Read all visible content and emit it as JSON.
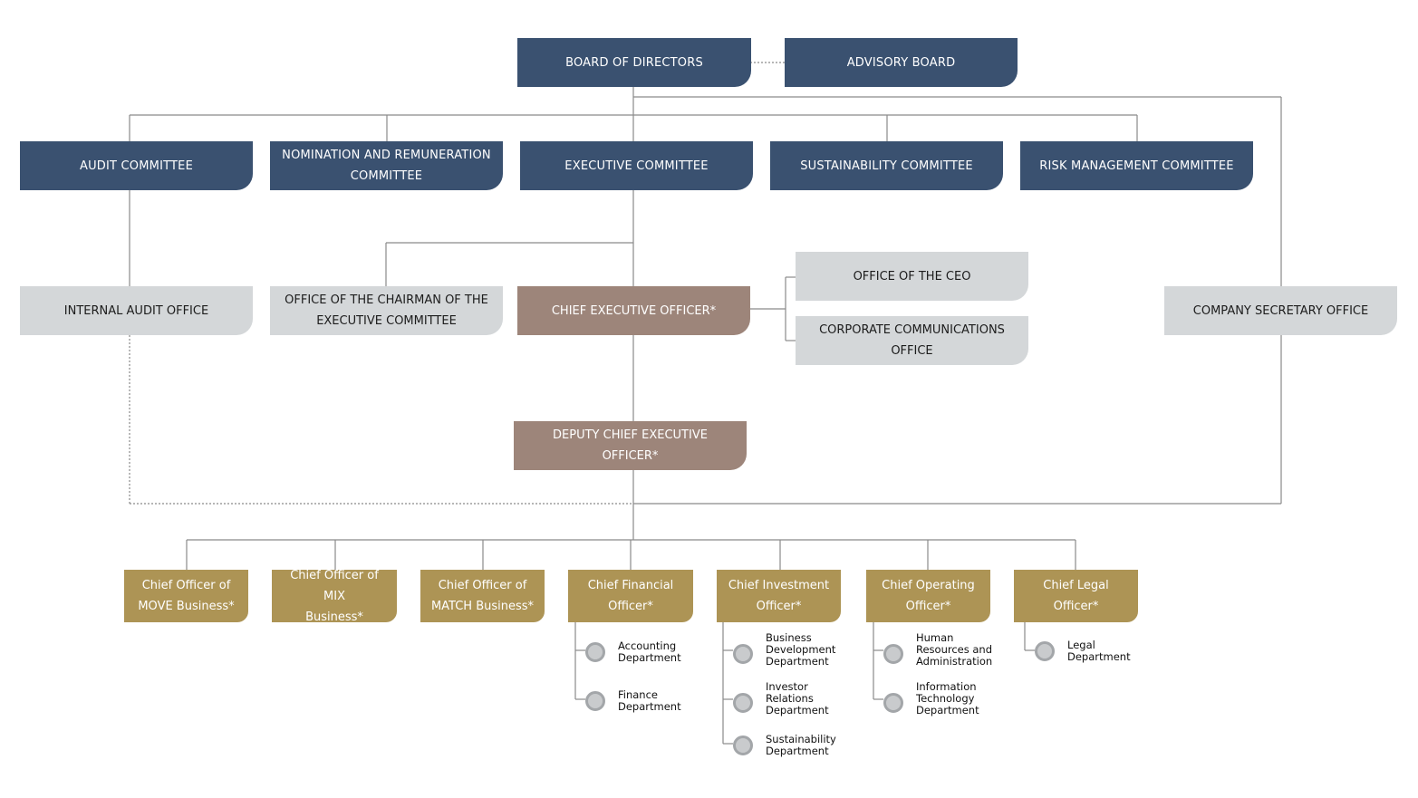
{
  "colors": {
    "navy": "#3a5170",
    "grey": "#d4d7d9",
    "taupe": "#9d857a",
    "gold": "#ad9455",
    "line": "#8a8a8a"
  },
  "top": {
    "board": "BOARD OF DIRECTORS",
    "advisory": "ADVISORY BOARD"
  },
  "committees": {
    "audit": "AUDIT COMMITTEE",
    "nomination_l1": "NOMINATION AND REMUNERATION",
    "nomination_l2": "COMMITTEE",
    "executive": "EXECUTIVE COMMITTEE",
    "sustainability": "SUSTAINABILITY COMMITTEE",
    "risk": "RISK MANAGEMENT COMMITTEE"
  },
  "offices": {
    "internal_audit": "INTERNAL AUDIT OFFICE",
    "chairman_l1": "OFFICE OF THE CHAIRMAN OF THE",
    "chairman_l2": "EXECUTIVE COMMITTEE",
    "ceo_office": "OFFICE OF THE CEO",
    "corp_comm_l1": "CORPORATE COMMUNICATIONS",
    "corp_comm_l2": "OFFICE",
    "company_secretary": "COMPANY SECRETARY OFFICE"
  },
  "executives": {
    "ceo": "CHIEF EXECUTIVE OFFICER*",
    "deputy_l1": "DEPUTY CHIEF EXECUTIVE",
    "deputy_l2": "OFFICER*"
  },
  "chiefs": {
    "move_l1": "Chief Officer of",
    "move_l2": "MOVE Business*",
    "mix_l1": "Chief Officer of MIX",
    "mix_l2": "Business*",
    "match_l1": "Chief Officer of",
    "match_l2": "MATCH Business*",
    "cfo_l1": "Chief Financial",
    "cfo_l2": "Officer*",
    "cio_l1": "Chief Investment",
    "cio_l2": "Officer*",
    "coo_l1": "Chief Operating",
    "coo_l2": "Officer*",
    "clo": "Chief Legal Officer*"
  },
  "departments": {
    "accounting": "Accounting\nDepartment",
    "finance": "Finance\nDepartment",
    "bizdev": "Business\nDevelopment\nDepartment",
    "investor": "Investor\nRelations\nDepartment",
    "sustain": "Sustainability\nDepartment",
    "hr": "Human\nResources and\nAdministration",
    "it": "Information\nTechnology\nDepartment",
    "legal": "Legal\nDepartment"
  }
}
